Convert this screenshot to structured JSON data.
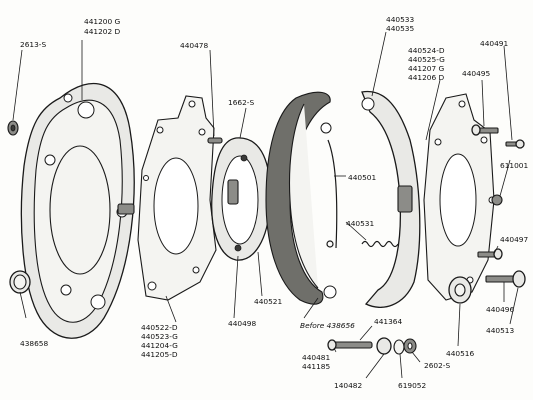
{
  "labels": {
    "l441200": "441200 G",
    "l441202": "441202 D",
    "l2613": "2613-S",
    "l438658": "438658",
    "l440478": "440478",
    "l1662": "1662-S",
    "l440522": "440522-D",
    "l440523": "440523-G",
    "l441204": "441204-G",
    "l441205": "441205-D",
    "l440498": "440498",
    "l440521": "440521",
    "l440501": "440501",
    "l440531": "440531",
    "l438656": "Before 438656",
    "l440533": "440533",
    "l440535": "440535",
    "l440524": "440524-D",
    "l440525": "440525-G",
    "l441207": "441207 G",
    "l441206": "441206 D",
    "l440491": "440491",
    "l440495": "440495",
    "l611001": "611001",
    "l440497": "440497",
    "l440496": "440496",
    "l440513": "440513",
    "l440516": "440516",
    "l441364": "441364",
    "l440481": "440481",
    "l441185": "441185",
    "l440482": "140482",
    "l619052": "619052",
    "l2602": "2602-S"
  }
}
